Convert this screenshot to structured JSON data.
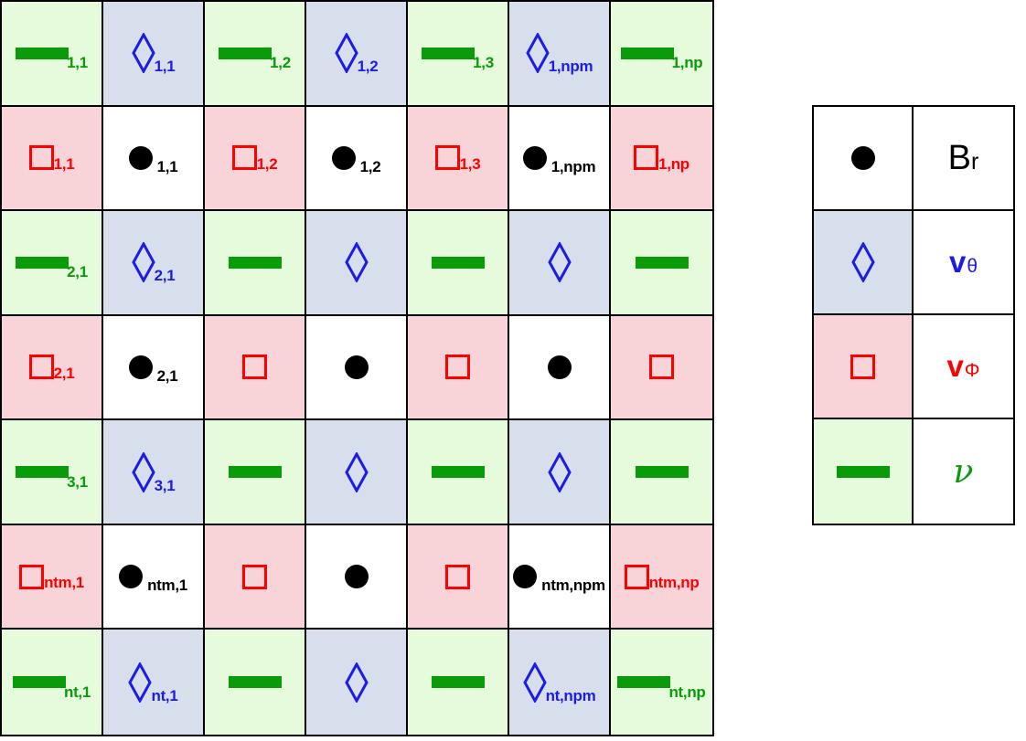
{
  "colors": {
    "green_bg": "#e6fadc",
    "blue_bg": "#d8dfec",
    "pink_bg": "#f8d4d8",
    "white_bg": "#ffffff",
    "green": "#0a9b0a",
    "blue": "#1c1ce6",
    "red": "#ff0000",
    "black": "#000000"
  },
  "grid": {
    "rows": [
      [
        {
          "symbol": "bar",
          "label": "1,1"
        },
        {
          "symbol": "diamond",
          "label": "1,1"
        },
        {
          "symbol": "bar",
          "label": "1,2"
        },
        {
          "symbol": "diamond",
          "label": "1,2"
        },
        {
          "symbol": "bar",
          "label": "1,3"
        },
        {
          "symbol": "diamond",
          "label": "1,npm"
        },
        {
          "symbol": "bar",
          "label": "1,np"
        }
      ],
      [
        {
          "symbol": "square",
          "label": "1,1"
        },
        {
          "symbol": "circle",
          "label": "1,1"
        },
        {
          "symbol": "square",
          "label": "1,2"
        },
        {
          "symbol": "circle",
          "label": "1,2"
        },
        {
          "symbol": "square",
          "label": "1,3"
        },
        {
          "symbol": "circle",
          "label": "1,npm"
        },
        {
          "symbol": "square",
          "label": "1,np"
        }
      ],
      [
        {
          "symbol": "bar",
          "label": "2,1"
        },
        {
          "symbol": "diamond",
          "label": "2,1"
        },
        {
          "symbol": "bar",
          "label": ""
        },
        {
          "symbol": "diamond",
          "label": ""
        },
        {
          "symbol": "bar",
          "label": ""
        },
        {
          "symbol": "diamond",
          "label": ""
        },
        {
          "symbol": "bar",
          "label": ""
        }
      ],
      [
        {
          "symbol": "square",
          "label": "2,1"
        },
        {
          "symbol": "circle",
          "label": "2,1"
        },
        {
          "symbol": "square",
          "label": ""
        },
        {
          "symbol": "circle",
          "label": ""
        },
        {
          "symbol": "square",
          "label": ""
        },
        {
          "symbol": "circle",
          "label": ""
        },
        {
          "symbol": "square",
          "label": ""
        }
      ],
      [
        {
          "symbol": "bar",
          "label": "3,1"
        },
        {
          "symbol": "diamond",
          "label": "3,1"
        },
        {
          "symbol": "bar",
          "label": ""
        },
        {
          "symbol": "diamond",
          "label": ""
        },
        {
          "symbol": "bar",
          "label": ""
        },
        {
          "symbol": "diamond",
          "label": ""
        },
        {
          "symbol": "bar",
          "label": ""
        }
      ],
      [
        {
          "symbol": "square",
          "label": "ntm,1"
        },
        {
          "symbol": "circle",
          "label": "ntm,1"
        },
        {
          "symbol": "square",
          "label": ""
        },
        {
          "symbol": "circle",
          "label": ""
        },
        {
          "symbol": "square",
          "label": ""
        },
        {
          "symbol": "circle",
          "label": "ntm,npm"
        },
        {
          "symbol": "square",
          "label": "ntm,np"
        }
      ],
      [
        {
          "symbol": "bar",
          "label": "nt,1"
        },
        {
          "symbol": "diamond",
          "label": "nt,1"
        },
        {
          "symbol": "bar",
          "label": ""
        },
        {
          "symbol": "diamond",
          "label": ""
        },
        {
          "symbol": "bar",
          "label": ""
        },
        {
          "symbol": "diamond",
          "label": "nt,npm"
        },
        {
          "symbol": "bar",
          "label": "nt,np"
        }
      ]
    ]
  },
  "legend": {
    "items": [
      {
        "symbol": "circle",
        "text": "B",
        "sub": "r"
      },
      {
        "symbol": "diamond",
        "text": "v",
        "sub": "θ"
      },
      {
        "symbol": "square",
        "text": "v",
        "sub": "Φ"
      },
      {
        "symbol": "bar",
        "text": "ν",
        "sub": ""
      }
    ]
  }
}
